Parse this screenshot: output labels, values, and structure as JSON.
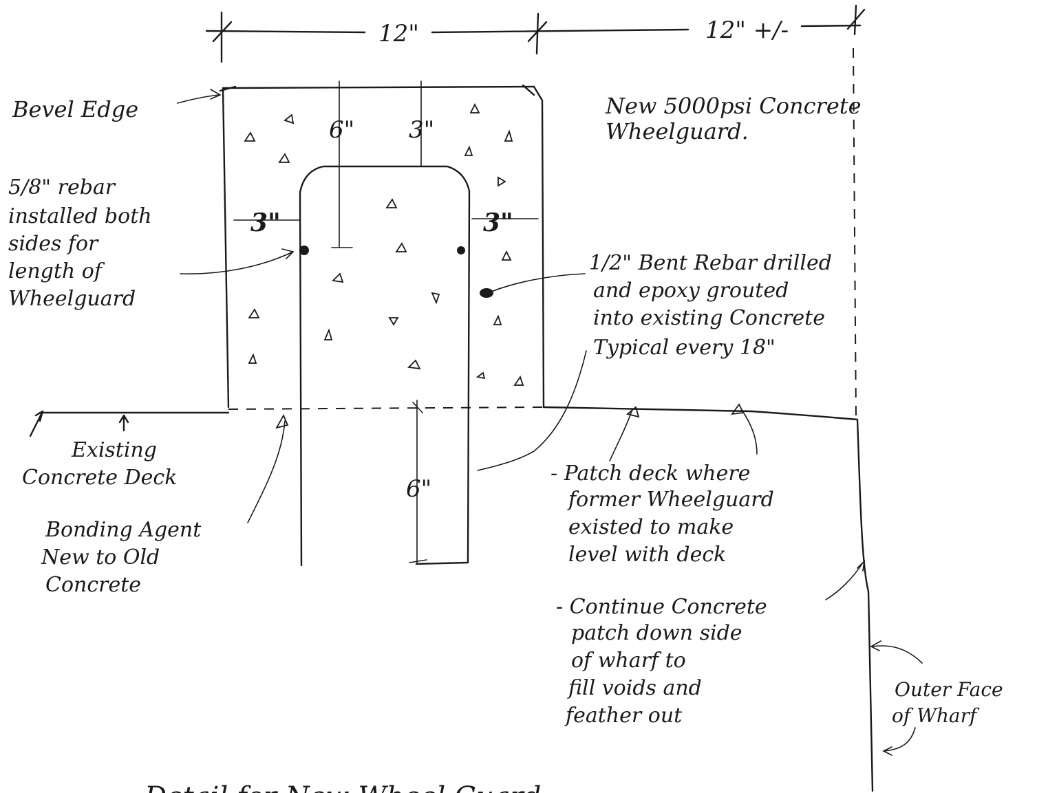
{
  "dimensions": {
    "top_left": "12\"",
    "top_right": "12\" +/-",
    "web_left": "6\"",
    "web_right": "3\"",
    "cover_left": "3\"",
    "cover_right": "3\"",
    "embed_depth": "6\""
  },
  "notes": {
    "bevel_edge": "Bevel Edge",
    "new_concrete": [
      "New 5000psi Concrete",
      "Wheelguard."
    ],
    "rebar_58": [
      "5/8\" rebar",
      "installed both",
      "sides for",
      "length of",
      "Wheelguard"
    ],
    "bent_rebar": [
      "1/2\" Bent Rebar drilled",
      "and epoxy grouted",
      "into existing Concrete",
      "Typical every 18\""
    ],
    "existing_deck": [
      "Existing",
      "Concrete Deck"
    ],
    "bonding_agent": [
      "Bonding Agent",
      "New to Old",
      "Concrete"
    ],
    "patch_deck": [
      "- Patch deck where",
      "former Wheelguard",
      "existed to make",
      "level with deck"
    ],
    "continue_patch": [
      "- Continue Concrete",
      "patch down side",
      "of wharf to",
      "fill voids and",
      "feather out"
    ],
    "outer_face": [
      "Outer Face",
      "of Wharf"
    ],
    "bottom_caption": "Detail for New Wheel Guard"
  }
}
